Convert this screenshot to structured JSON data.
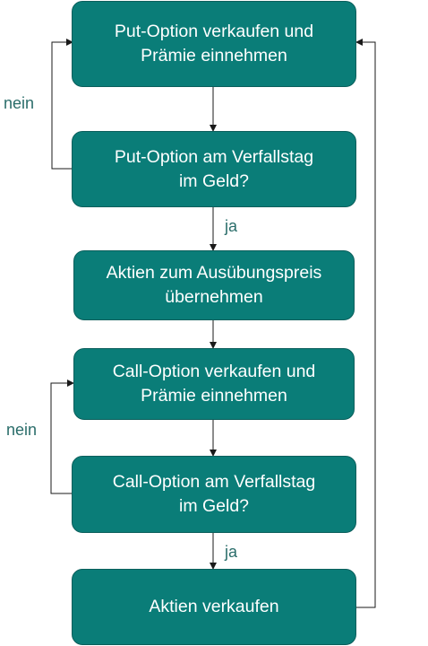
{
  "steps": [
    {
      "line1": "Put-Option verkaufen und",
      "line2": "Prämie einnehmen"
    },
    {
      "line1": "Put-Option am Verfallstag",
      "line2": "im Geld?"
    },
    {
      "line1": "Aktien zum Ausübungspreis",
      "line2": "übernehmen"
    },
    {
      "line1": "Call-Option verkaufen und",
      "line2": "Prämie einnehmen"
    },
    {
      "line1": "Call-Option am Verfallstag",
      "line2": "im Geld?"
    },
    {
      "line1": "Aktien verkaufen",
      "line2": ""
    }
  ],
  "labels": {
    "no_1": "nein",
    "yes_1": "ja",
    "no_2": "nein",
    "yes_2": "ja"
  },
  "colors": {
    "box_fill": "#0a7d78",
    "box_text": "#ffffff",
    "label_text": "#2a6d6a",
    "line": "#1a1a1a"
  }
}
